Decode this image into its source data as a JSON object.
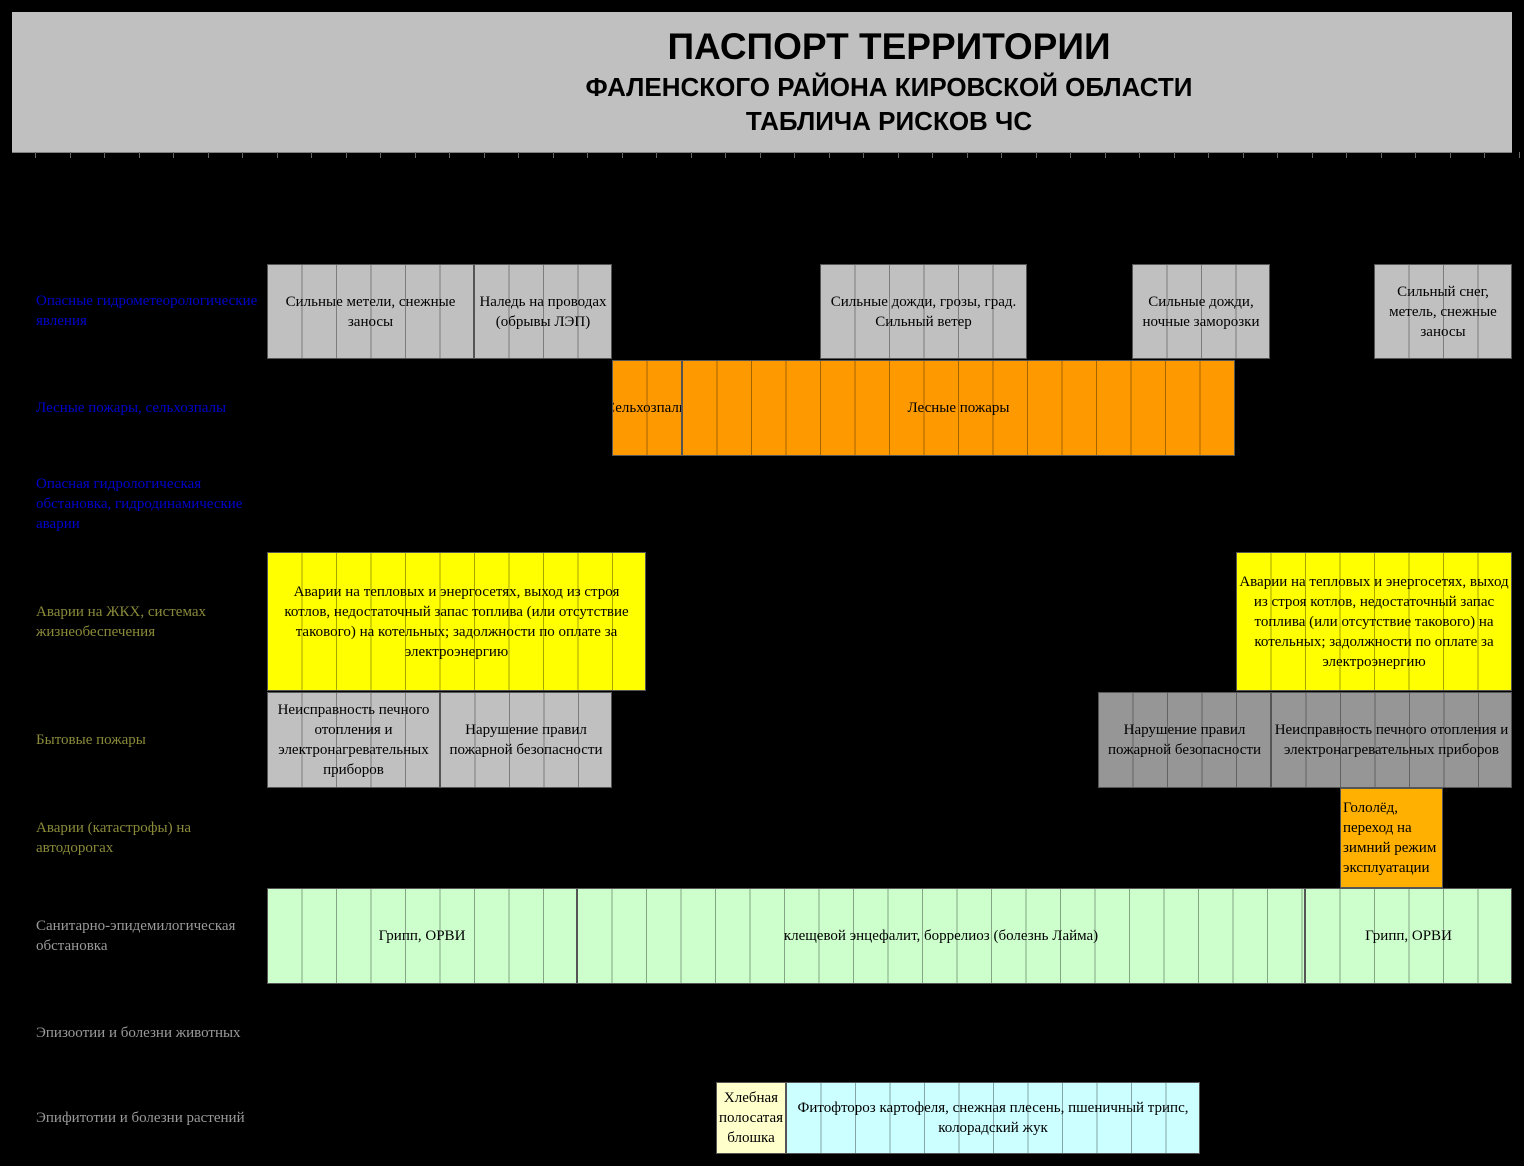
{
  "header": {
    "title": "ПАСПОРТ ТЕРРИТОРИИ",
    "subtitle1": "ФАЛЕНСКОГО РАЙОНА КИРОВСКОЙ ОБЛАСТИ",
    "subtitle2": "ТАБЛИЧА РИСКОВ ЧС"
  },
  "rows": [
    {
      "label": "Опасные гидрометеорологические явления"
    },
    {
      "label": "Лесные пожары, сельхозпалы"
    },
    {
      "label": "Опасная гидрологическая обстановка, гидродинамические аварии"
    },
    {
      "label": "Аварии на ЖКХ, системах жизнеобеспечения"
    },
    {
      "label": "Бытовые пожары"
    },
    {
      "label": "Аварии (катастрофы) на автодорогах"
    },
    {
      "label": "Санитарно-эпидемилогическая обстановка"
    },
    {
      "label": "Эпизоотии и болезни животных"
    },
    {
      "label": "Эпифитотии и болезни растений"
    }
  ],
  "cells": {
    "hydro_1": "Сильные метели, снежные заносы",
    "hydro_2": "Наледь на проводах (обрывы ЛЭП)",
    "hydro_3": "Сильные дожди, грозы, град. Сильный ветер",
    "hydro_4": "Сильные дожди, ночные заморозки",
    "hydro_5": "Сильный снег, метель, снежные заносы",
    "fire_1": "Сельхозпалы",
    "fire_2": "Лесные пожары",
    "zhkh_1": "Аварии на тепловых и энергосетях, выход из строя котлов, недостаточный запас  топлива (или отсутствие такового) на котельных; задолжности по оплате за электроэнергию",
    "zhkh_2": "Аварии на тепловых и энергосетях, выход из строя котлов, недостаточный запас  топлива (или отсутствие такового) на котельных; задолжности по оплате за электроэнергию",
    "home_1": "Неисправность печного отопления и электронагревательных приборов",
    "home_2": "Нарушение правил пожарной безопасности",
    "home_3": "Нарушение правил пожарной безопасности",
    "home_4": "Неисправность печного отопления и электронагревательных приборов",
    "road_1": "Гололёд, переход  на зимний режим эксплуатации",
    "san_1": "Грипп, ОРВИ",
    "san_2": "клещевой энцефалит, боррелиоз (болезнь Лайма)",
    "san_3": "Грипп, ОРВИ",
    "plant_1": "Хлебная полосатая блошка",
    "plant_2": "Фитофтороз картофеля, снежная плесень, пшеничный трипс, колорадский жук"
  },
  "colors": {
    "header_bg": "#c0c0c0",
    "label_blue": "#0000cc",
    "label_olive": "#8a8a3a",
    "label_grey": "#9a9a9a",
    "weather": "#c0c0c0",
    "forest_fire": "#ff9900",
    "utilities": "#ffff00",
    "household_fire_dark": "#969696",
    "road": "#ffb000",
    "sanitary": "#ccffcc",
    "plant_pest": "#ffffcc",
    "plant_disease": "#ccffff"
  }
}
